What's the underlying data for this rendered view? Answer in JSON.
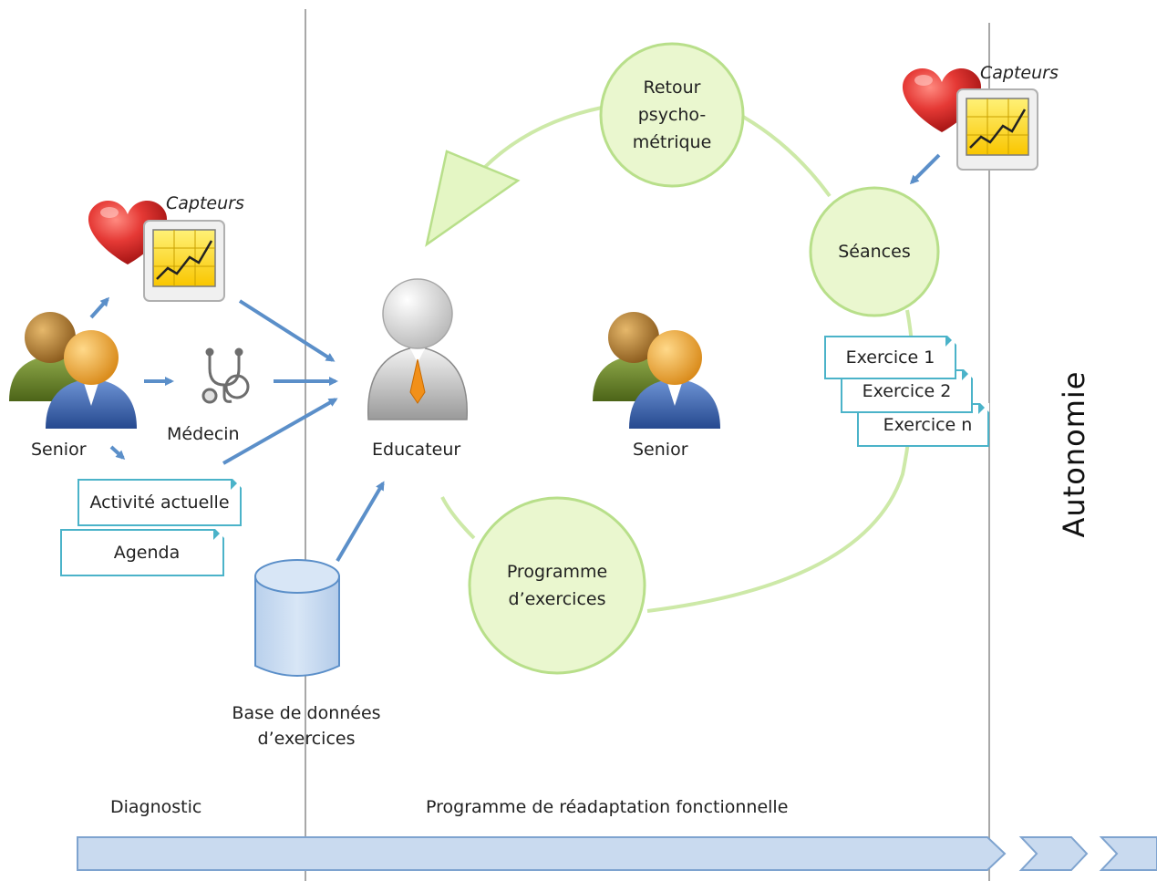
{
  "diagram": {
    "sensor_label": "Capteurs",
    "actors": {
      "senior_left": "Senior",
      "medecin": "Médecin",
      "educateur": "Educateur",
      "senior_center": "Senior"
    },
    "documents": {
      "activite": "Activité actuelle",
      "agenda": "Agenda",
      "exercice_1": "Exercice 1",
      "exercice_2": "Exercice 2",
      "exercice_n": "Exercice n"
    },
    "database": {
      "line1": "Base de données",
      "line2": "d’exercices"
    },
    "cycle": {
      "retour_line1": "Retour",
      "retour_line2": "psycho-",
      "retour_line3": "métrique",
      "seances": "Séances",
      "programme_line1": "Programme",
      "programme_line2": "d’exercices"
    },
    "phases": {
      "diagnostic": "Diagnostic",
      "programme": "Programme de réadaptation fonctionnelle",
      "autonomie": "Autonomie"
    },
    "icons": [
      "heart-icon",
      "chart-icon",
      "person-icon",
      "stethoscope-icon",
      "educator-icon",
      "database-icon"
    ],
    "colors": {
      "circle_fill": "#eaf7cf",
      "circle_stroke": "#b8df8a",
      "arrow_blue": "#5b8fc9",
      "doc_border": "#4bb3c9",
      "timeline_fill": "#c9daef",
      "timeline_stroke": "#7ea3cf",
      "divider": "#a8a8a8"
    }
  }
}
